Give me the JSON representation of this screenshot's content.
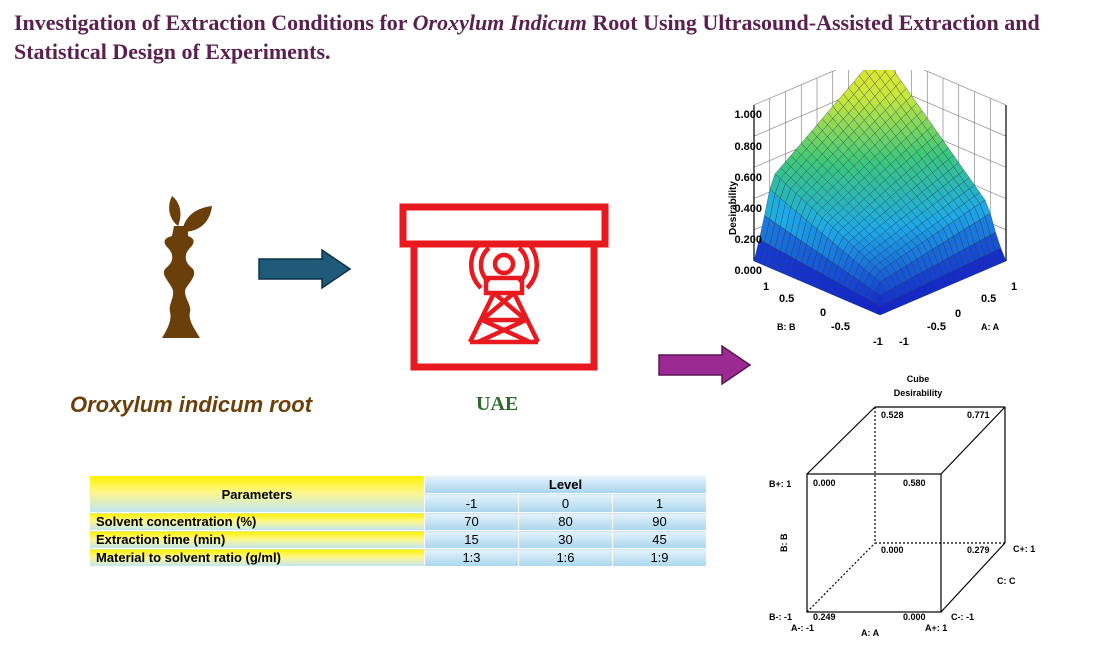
{
  "title": {
    "part1": "Investigation of Extraction Conditions for ",
    "species": "Oroxylum Indicum",
    "part2": " Root Using Ultrasound-Assisted Extraction and Statistical Design of Experiments."
  },
  "plant_label": "Oroxylum indicum root",
  "uae_label": "UAE",
  "table": {
    "header_parameters": "Parameters",
    "header_level": "Level",
    "levels": [
      "-1",
      "0",
      "1"
    ],
    "rows": [
      {
        "name": "Solvent concentration (%)",
        "values": [
          "70",
          "80",
          "90"
        ]
      },
      {
        "name": "Extraction time (min)",
        "values": [
          "15",
          "30",
          "45"
        ]
      },
      {
        "name": "Material to solvent ratio (g/ml)",
        "values": [
          "1:3",
          "1:6",
          "1:9"
        ]
      }
    ]
  },
  "colors": {
    "title": "#5a2150",
    "plant": "#6b3f0a",
    "arrow1": "#1f5a78",
    "arrow2": "#9b2a93",
    "uae_icon": "#e8191f",
    "uae_text": "#2e6b2e"
  },
  "chart_data": [
    {
      "type": "surface3d",
      "zlabel": "Desirability",
      "xlabel": "A: A",
      "ylabel": "B: B",
      "z_ticks": [
        "1.000",
        "0.800",
        "0.600",
        "0.400",
        "0.200",
        "0.000"
      ],
      "x_ticks": [
        "-1",
        "-0.5",
        "0",
        "0.5",
        "1"
      ],
      "y_ticks": [
        "-1",
        "-0.5",
        "0",
        "0.5",
        "1"
      ],
      "zlim": [
        0,
        1
      ],
      "xlim": [
        -1,
        1
      ],
      "ylim": [
        -1,
        1
      ],
      "colormap": "blue-green-yellow",
      "grid": true
    },
    {
      "type": "cube",
      "title": "Cube",
      "subtitle": "Desirability",
      "axis_a": "A: A",
      "axis_b": "B: B",
      "axis_c": "C: C",
      "a_minus": "A-: -1",
      "a_plus": "A+: 1",
      "b_minus": "B-: -1",
      "b_plus": "B+: 1",
      "c_minus": "C-: -1",
      "c_plus": "C+: 1",
      "corners": {
        "front_top_left": "0.000",
        "front_top_right": "0.580",
        "front_bottom_left": "0.249",
        "front_bottom_right": "0.000",
        "back_top_left": "0.528",
        "back_top_right": "0.771",
        "back_bottom_left": "0.000",
        "back_bottom_right": "0.279"
      }
    }
  ]
}
